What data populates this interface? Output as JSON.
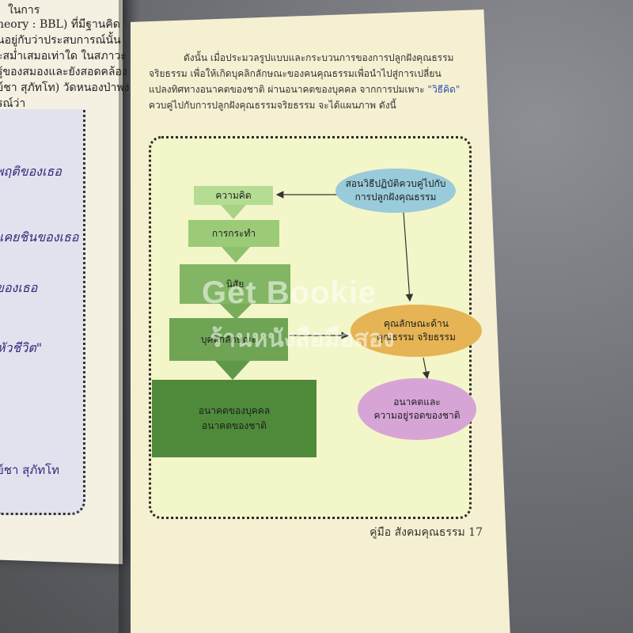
{
  "left_page": {
    "top_lines": [
      "ในการ",
      "heory : BBL) ที่มีฐานคิด",
      "นอยู่กับว่าประสบการณ์นั้น",
      "ะสม่ำเสมอเท่าใด ในสภาวะ",
      "รู้ของสมองและยังสอดคล้อง",
      "ย์ชา สุภัทโท) วัดหนองป่าพง",
      "รณ์ว่า"
    ],
    "box_lines": [
      "พฤติของเธอ",
      "แคยชินของเธอ",
      "ของเธอ",
      "หัวชีวิต\"",
      "ย์ชา สุภัทโท"
    ]
  },
  "paragraph": {
    "line1": "ดังนั้น เมื่อประมวลรูปแบบและกระบวนการของการปลูกฝังคุณธรรม",
    "line2": "จริยธรรม เพื่อให้เกิดบุคลิกลักษณะของคนคุณธรรมเพื่อนำไปสู่การเปลี่ยน",
    "line3": "แปลงทิศทางอนาคตของชาติ ผ่านอนาคตของบุคคล จากการปมเพาะ",
    "line3_link": "\"วิธีคิด\"",
    "line4": "ควบคู่ไปกับการปลูกฝังคุณธรรมจริยธรรม จะได้แผนภาพ ดังนี้"
  },
  "diagram": {
    "steps": [
      "ความคิด",
      "การกระทำ",
      "นิสัย",
      "บุคลิกลักษณะ",
      "อนาคตของบุคคล\nอนาคตของชาติ"
    ],
    "ellipse_top": "สอนวิธีปฏิบัติควบคู่ไปกับ\nการปลูกฝังคุณธรรม",
    "ellipse_mid": "คุณลักษณะด้าน\nคุณธรรม จริยธรรม",
    "ellipse_bottom": "อนาคตและ\nความอยู่รอดของชาติ",
    "colors": {
      "step1": "#b5dc93",
      "step2": "#9ccb78",
      "step3": "#82b564",
      "step4": "#6ea453",
      "step5": "#4e8a39",
      "ellipse_top": "#99cbdb",
      "ellipse_mid": "#e6b454",
      "ellipse_bottom": "#d6a5d6"
    }
  },
  "watermark": {
    "line1": "Get Bookie",
    "line2": "ร้านหนังสือมือสอง"
  },
  "footer": {
    "text": "คู่มือ สังคมคุณธรรม 17"
  }
}
